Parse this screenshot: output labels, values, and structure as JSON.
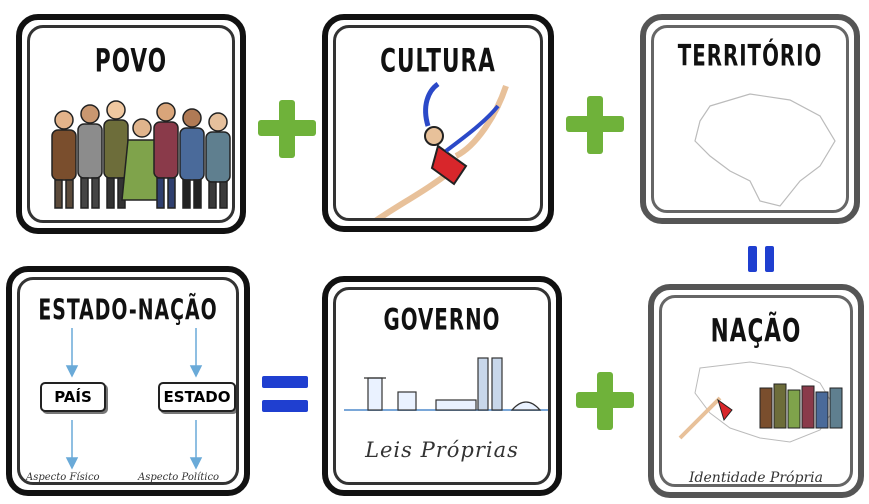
{
  "cards": {
    "povo": {
      "title": "POVO"
    },
    "cultura": {
      "title": "CULTURA"
    },
    "territorio": {
      "title": "TERRITÓRIO"
    },
    "estado_nacao": {
      "title": "ESTADO-NAÇÃO",
      "left_box": "PAÍS",
      "right_box": "ESTADO",
      "left_caption": "Aspecto Físico",
      "right_caption": "Aspecto Político"
    },
    "governo": {
      "title": "GOVERNO",
      "caption": "Leis Próprias"
    },
    "nacao": {
      "title": "NAÇÃO",
      "caption": "Identidade Própria"
    }
  },
  "operators": {
    "plus": "+",
    "equals": "="
  },
  "colors": {
    "plus": "#6fb23a",
    "equals": "#1f3fd0",
    "border": "#111111"
  }
}
